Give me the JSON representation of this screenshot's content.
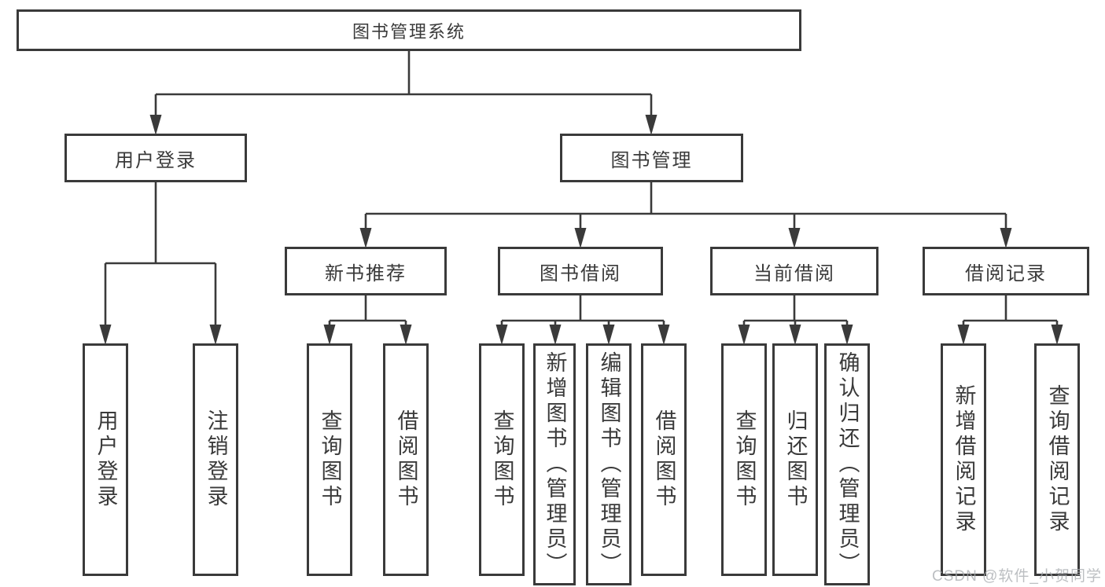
{
  "diagram": {
    "watermark": "CSDN @软件_小贺同学",
    "colors": {
      "line": "#3a3a3a",
      "box_border": "#3a3a3a",
      "text": "#3a3a3a",
      "background": "#ffffff",
      "watermark": "#a6aaae"
    },
    "tree": {
      "label": "图书管理系统",
      "children": [
        {
          "label": "用户登录",
          "children": [
            {
              "label": "用户登录"
            },
            {
              "label": "注销登录"
            }
          ]
        },
        {
          "label": "图书管理",
          "children": [
            {
              "label": "新书推荐",
              "children": [
                {
                  "label": "查询图书"
                },
                {
                  "label": "借阅图书"
                }
              ]
            },
            {
              "label": "图书借阅",
              "children": [
                {
                  "label": "查询图书"
                },
                {
                  "label": "新增图书（管理员）"
                },
                {
                  "label": "编辑图书（管理员）"
                },
                {
                  "label": "借阅图书"
                }
              ]
            },
            {
              "label": "当前借阅",
              "children": [
                {
                  "label": "查询图书"
                },
                {
                  "label": "归还图书"
                },
                {
                  "label": "确认归还（管理员）"
                }
              ]
            },
            {
              "label": "借阅记录",
              "children": [
                {
                  "label": "新增借阅记录"
                },
                {
                  "label": "查询借阅记录"
                }
              ]
            }
          ]
        }
      ]
    }
  }
}
